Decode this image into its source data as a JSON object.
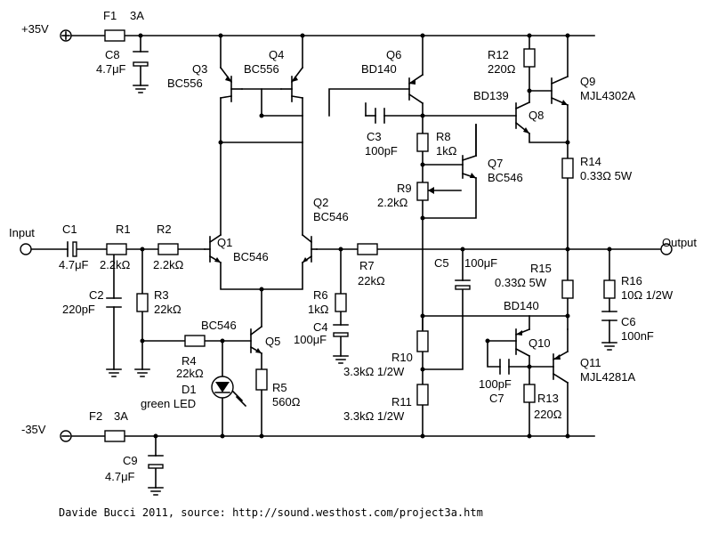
{
  "supply": {
    "pos": "+35V",
    "neg": "-35V"
  },
  "ports": {
    "input": "Input",
    "output": "Output"
  },
  "components": {
    "F1": {
      "ref": "F1",
      "val": "3A"
    },
    "F2": {
      "ref": "F2",
      "val": "3A"
    },
    "C8": {
      "ref": "C8",
      "val": "4.7μF"
    },
    "C9": {
      "ref": "C9",
      "val": "4.7μF"
    },
    "C1": {
      "ref": "C1",
      "val": "4.7μF"
    },
    "C2": {
      "ref": "C2",
      "val": "220pF"
    },
    "C3": {
      "ref": "C3",
      "val": "100pF"
    },
    "C4": {
      "ref": "C4",
      "val": "100μF"
    },
    "C5": {
      "ref": "C5",
      "val": "100μF"
    },
    "C6": {
      "ref": "C6",
      "val": "100nF"
    },
    "C7": {
      "ref": "C7",
      "val": "100pF"
    },
    "R1": {
      "ref": "R1",
      "val": "2.2kΩ"
    },
    "R2": {
      "ref": "R2",
      "val": "2.2kΩ"
    },
    "R3": {
      "ref": "R3",
      "val": "22kΩ"
    },
    "R4": {
      "ref": "R4",
      "val": "22kΩ"
    },
    "R5": {
      "ref": "R5",
      "val": "560Ω"
    },
    "R6": {
      "ref": "R6",
      "val": "1kΩ"
    },
    "R7": {
      "ref": "R7",
      "val": "22kΩ"
    },
    "R8": {
      "ref": "R8",
      "val": "1kΩ"
    },
    "R9": {
      "ref": "R9",
      "val": "2.2kΩ"
    },
    "R10": {
      "ref": "R10",
      "val": "3.3kΩ 1/2W"
    },
    "R11": {
      "ref": "R11",
      "val": "3.3kΩ 1/2W"
    },
    "R12": {
      "ref": "R12",
      "val": "220Ω"
    },
    "R13": {
      "ref": "R13",
      "val": "220Ω"
    },
    "R14": {
      "ref": "R14",
      "val": "0.33Ω 5W"
    },
    "R15": {
      "ref": "R15",
      "val": "0.33Ω 5W"
    },
    "R16": {
      "ref": "R16",
      "val": "10Ω 1/2W"
    },
    "Q1": {
      "ref": "Q1",
      "val": "BC546"
    },
    "Q2": {
      "ref": "Q2",
      "val": "BC546"
    },
    "Q3": {
      "ref": "Q3",
      "val": "BC556"
    },
    "Q4": {
      "ref": "Q4",
      "val": "BC556"
    },
    "Q5": {
      "ref": "Q5",
      "val": "BC546"
    },
    "Q6": {
      "ref": "Q6",
      "val": "BD140"
    },
    "Q7": {
      "ref": "Q7",
      "val": "BC546"
    },
    "Q8": {
      "ref": "Q8",
      "val": "BD139"
    },
    "Q9": {
      "ref": "Q9",
      "val": "MJL4302A"
    },
    "Q10": {
      "ref": "Q10",
      "val": "BD140"
    },
    "Q11": {
      "ref": "Q11",
      "val": "MJL4281A"
    },
    "D1": {
      "ref": "D1",
      "val": "green LED"
    }
  },
  "credit": "Davide Bucci 2011, source: http://sound.westhost.com/project3a.htm"
}
